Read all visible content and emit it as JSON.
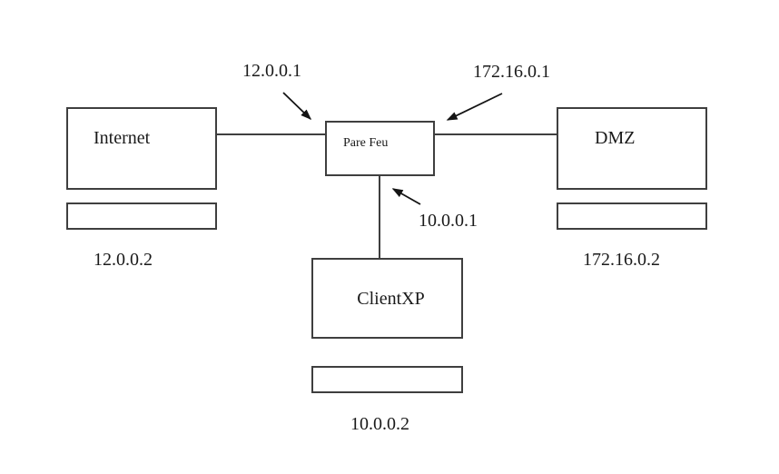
{
  "diagram": {
    "colors": {
      "background": "#ffffff",
      "box_border": "#3f3f3f",
      "connector": "#3f3f3f",
      "arrow": "#141414",
      "text": "#1a1a1a"
    },
    "nodes": {
      "internet": {
        "label": "Internet",
        "address_below": "12.0.0.2"
      },
      "firewall": {
        "label": "Pare Feu"
      },
      "dmz": {
        "label": "DMZ",
        "address_below": "172.16.0.2"
      },
      "client": {
        "label": "ClientXP",
        "address_below": "10.0.0.2"
      }
    },
    "interface_ips": {
      "wan": "12.0.0.1",
      "dmz": "172.16.0.1",
      "lan": "10.0.0.1"
    }
  }
}
